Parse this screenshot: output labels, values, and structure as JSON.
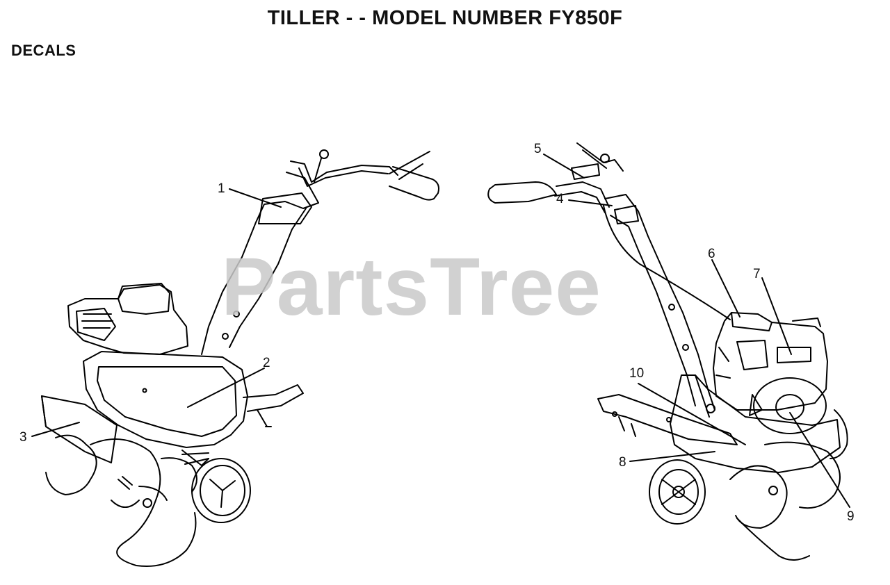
{
  "header": {
    "title": "TILLER - - MODEL NUMBER FY850F",
    "section": "DECALS"
  },
  "watermark": "PartsTree",
  "callouts": {
    "c1": "1",
    "c2": "2",
    "c3": "3",
    "c4": "4",
    "c5": "5",
    "c6": "6",
    "c7": "7",
    "c8": "8",
    "c9": "9",
    "c10": "10"
  }
}
